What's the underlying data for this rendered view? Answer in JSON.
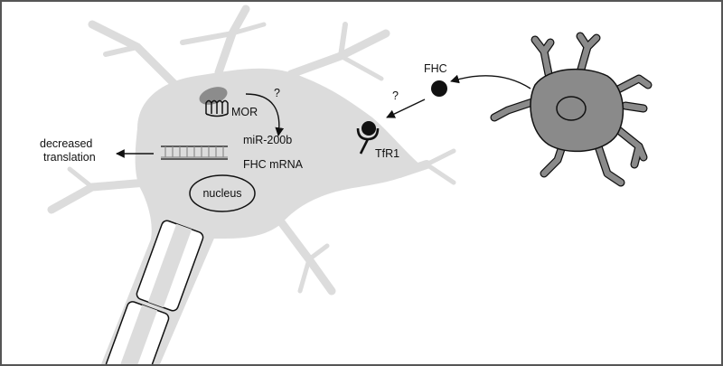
{
  "labels": {
    "mor": "MOR",
    "mir": "miR-200b",
    "fhc_mrna": "FHC mRNA",
    "nucleus": "nucleus",
    "tfr1": "TfR1",
    "fhc": "FHC",
    "question_1": "?",
    "question_2": "?",
    "decreased": "decreased",
    "translation": "translation"
  },
  "colors": {
    "neuron": "#dcdcdc",
    "glia": "#8a8a8a",
    "receptor": "#8c8c8c",
    "outline": "#111111",
    "frame": "#555555"
  }
}
